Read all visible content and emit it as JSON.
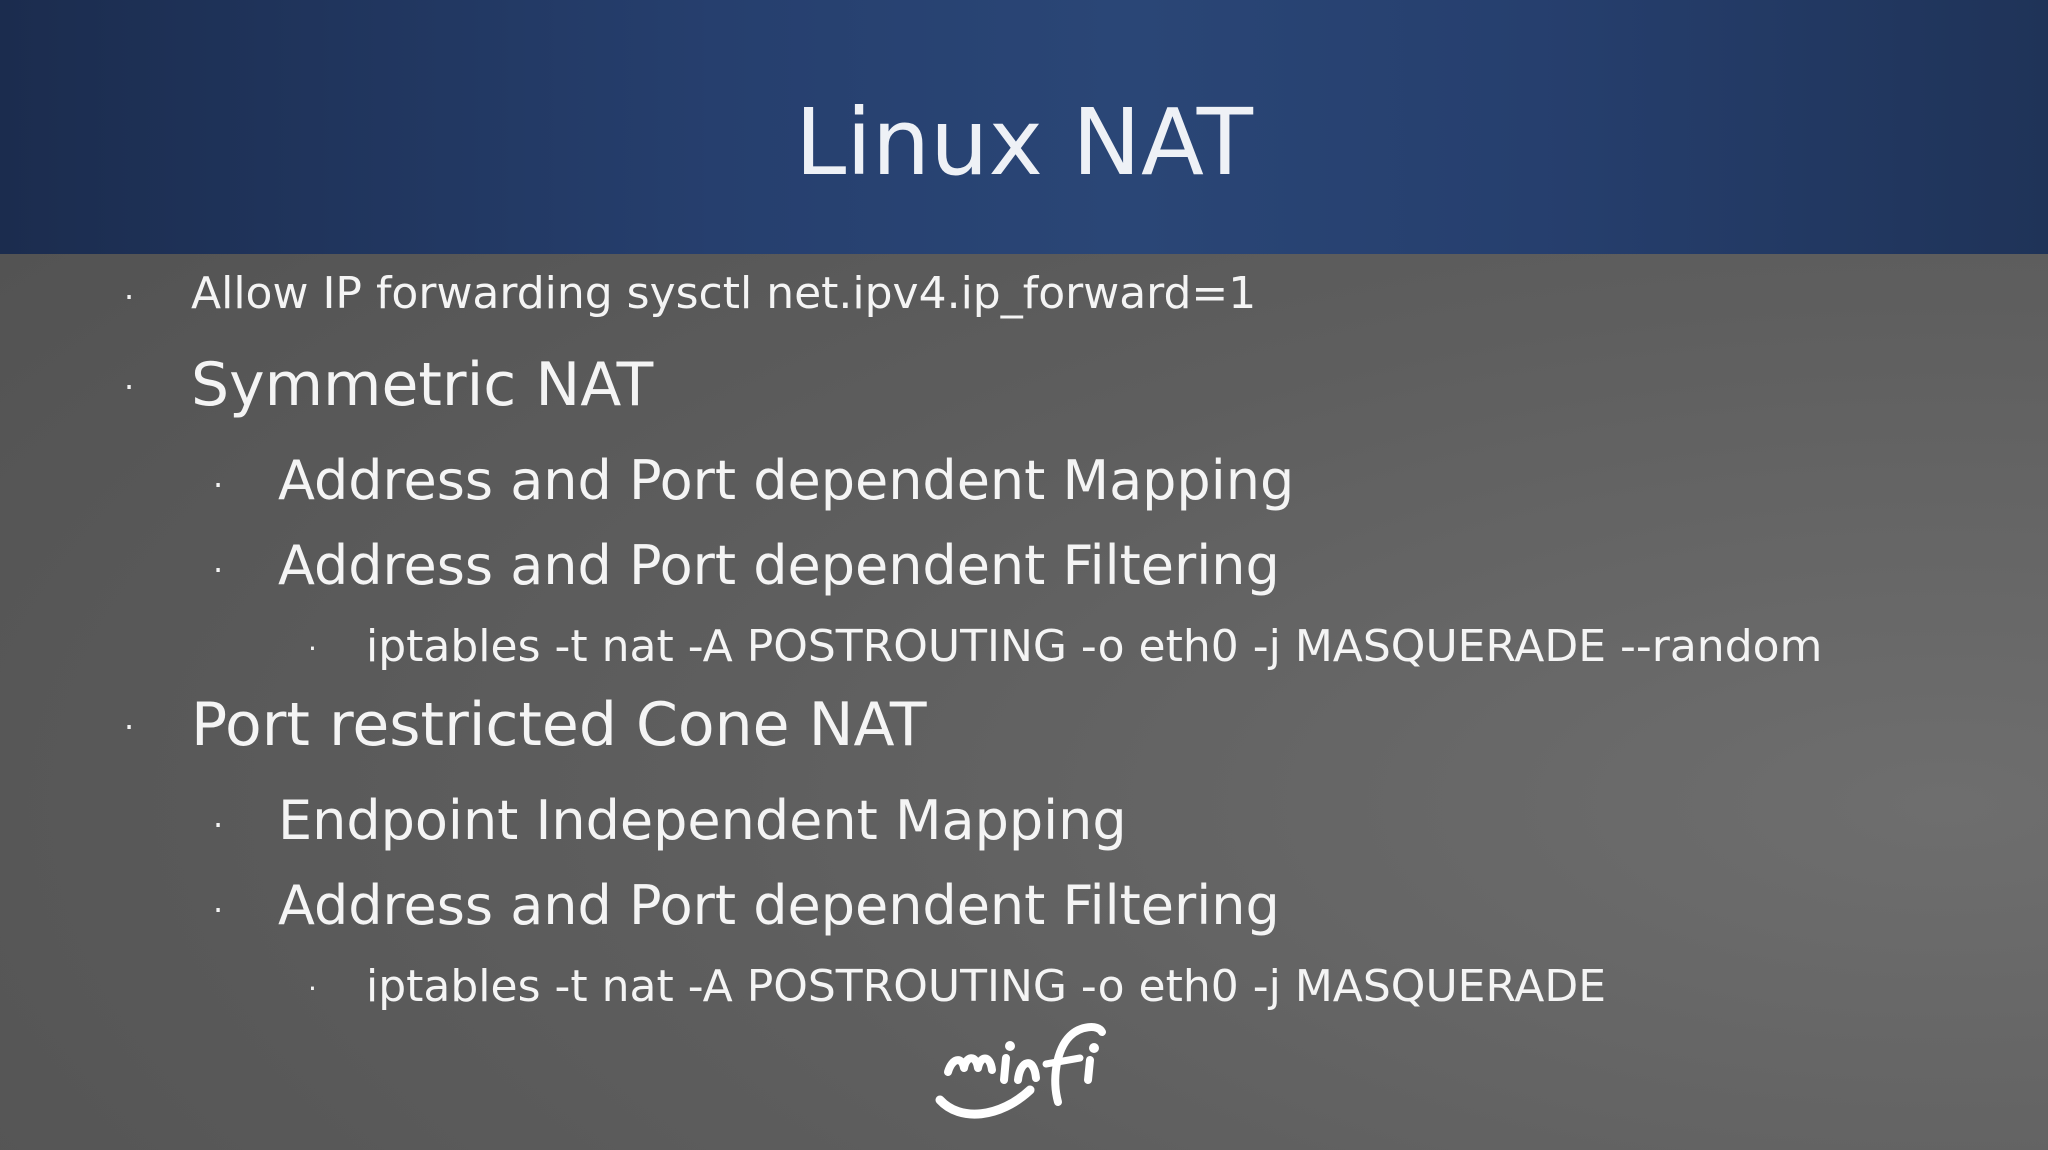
{
  "slide": {
    "title": "Linux NAT",
    "bullets": [
      {
        "level": 1,
        "text": "Allow IP forwarding sysctl net.ipv4.ip_forward=1"
      },
      {
        "level": 1,
        "text": "Symmetric NAT"
      },
      {
        "level": 2,
        "text": "Address and Port dependent Mapping"
      },
      {
        "level": 2,
        "text": "Address and Port dependent Filtering"
      },
      {
        "level": 3,
        "text": "iptables -t nat -A POSTROUTING -o eth0 -j MASQUERADE --random"
      },
      {
        "level": 1,
        "text": "Port restricted Cone NAT"
      },
      {
        "level": 2,
        "text": "Endpoint Independent Mapping"
      },
      {
        "level": 2,
        "text": "Address and Port dependent Filtering"
      },
      {
        "level": 3,
        "text": "iptables -t nat -A POSTROUTING -o eth0 -j MASQUERADE"
      }
    ],
    "bullet_glyph": "·",
    "logo": {
      "icon": "minfi-logo-icon",
      "text": "minfi"
    },
    "colors": {
      "header": "#263f6e",
      "background": "#5e5e5e",
      "text": "#f4f4f4"
    }
  }
}
